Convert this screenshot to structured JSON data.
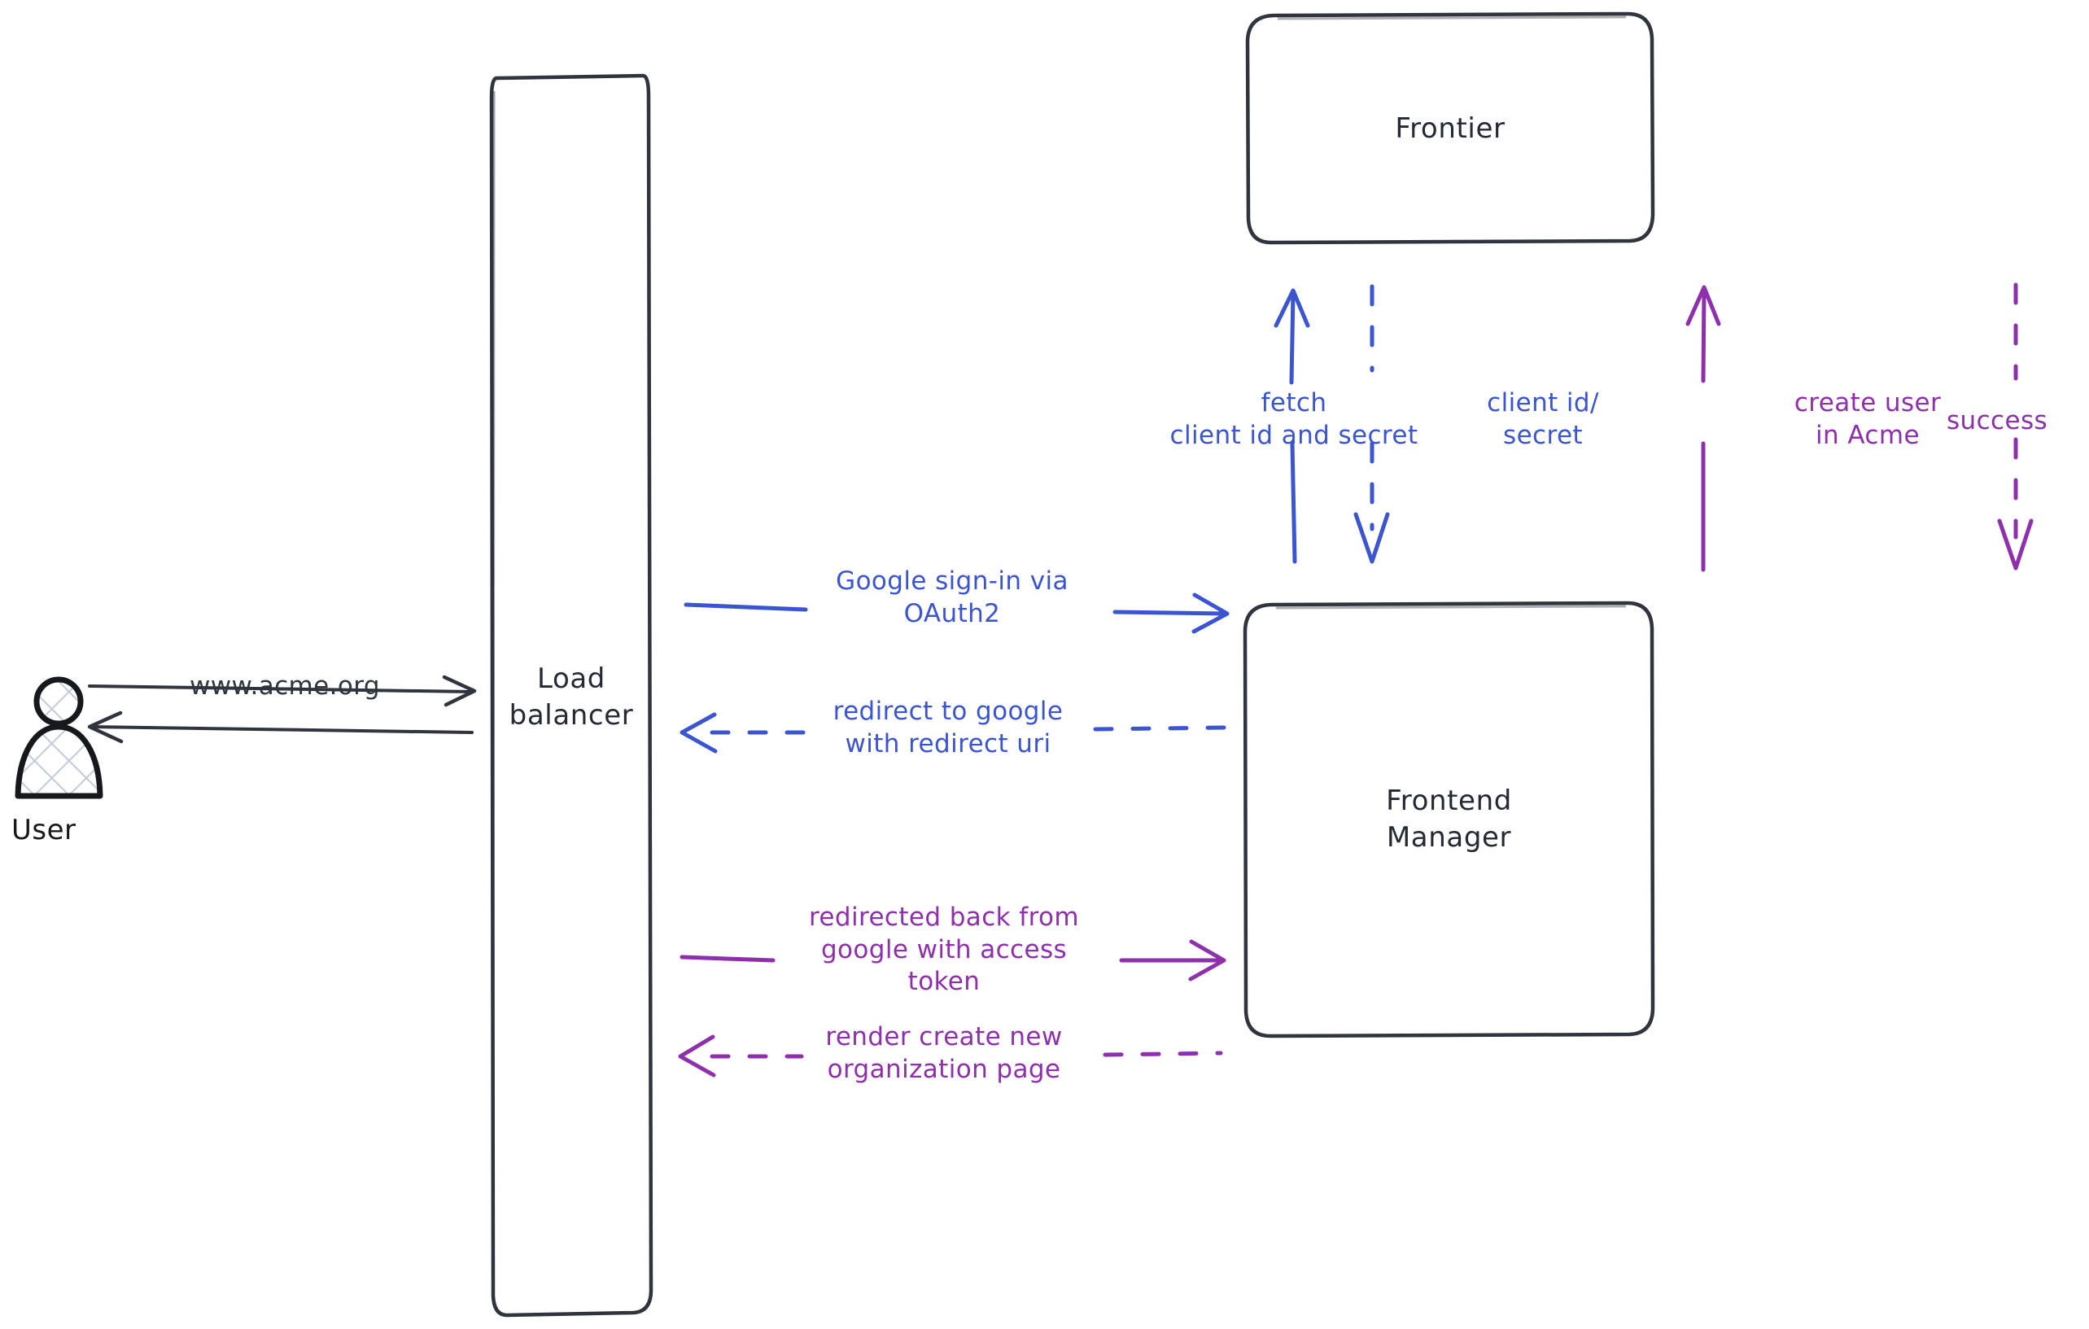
{
  "diagram": {
    "title": "Google OAuth2 sign-in sequence",
    "background": "#ffffff",
    "colors": {
      "stroke_dark": "#2f343d",
      "blue": "#3b54cf",
      "purple": "#8e2fab",
      "hatch": "#c3cbd8"
    }
  },
  "actors": {
    "user": {
      "label": "User",
      "icon": "user-actor-icon"
    }
  },
  "nodes": [
    {
      "id": "load-balancer",
      "label": "Load\nbalancer",
      "shape": "rounded-rect"
    },
    {
      "id": "frontier",
      "label": "Frontier",
      "shape": "rounded-rect"
    },
    {
      "id": "frontend-manager",
      "label": "Frontend\nManager",
      "shape": "rounded-rect"
    }
  ],
  "edges": [
    {
      "id": "user-to-lb",
      "label": "www.acme.org",
      "color": "#2f343d",
      "style": "solid",
      "direction": "right",
      "from": "user",
      "to": "load-balancer"
    },
    {
      "id": "lb-to-user",
      "label": "",
      "color": "#2f343d",
      "style": "solid",
      "direction": "left",
      "from": "load-balancer",
      "to": "user"
    },
    {
      "id": "lb-to-fm-signin",
      "label": "Google sign-in via\nOAuth2",
      "color": "#3b54cf",
      "style": "solid",
      "direction": "right",
      "from": "load-balancer",
      "to": "frontend-manager"
    },
    {
      "id": "fm-to-lb-redirect",
      "label": "redirect to google\nwith redirect uri",
      "color": "#3b54cf",
      "style": "dashed",
      "direction": "left",
      "from": "frontend-manager",
      "to": "load-balancer"
    },
    {
      "id": "lb-to-fm-token",
      "label": "redirected back from\ngoogle with access\ntoken",
      "color": "#8e2fab",
      "style": "solid",
      "direction": "right",
      "from": "load-balancer",
      "to": "frontend-manager"
    },
    {
      "id": "fm-to-lb-render",
      "label": "render create new\norganization page",
      "color": "#8e2fab",
      "style": "dashed",
      "direction": "left",
      "from": "frontend-manager",
      "to": "load-balancer"
    },
    {
      "id": "fm-to-frontier-fetch",
      "label": "fetch\nclient id and secret",
      "color": "#3b54cf",
      "style": "solid",
      "direction": "up",
      "from": "frontend-manager",
      "to": "frontier"
    },
    {
      "id": "frontier-to-fm-creds",
      "label": "client id/\nsecret",
      "color": "#3b54cf",
      "style": "dashed",
      "direction": "down",
      "from": "frontier",
      "to": "frontend-manager"
    },
    {
      "id": "fm-to-frontier-create",
      "label": "create user\nin Acme",
      "color": "#8e2fab",
      "style": "solid",
      "direction": "up",
      "from": "frontend-manager",
      "to": "frontier"
    },
    {
      "id": "frontier-to-fm-success",
      "label": "success",
      "color": "#8e2fab",
      "style": "dashed",
      "direction": "down",
      "from": "frontier",
      "to": "frontend-manager"
    }
  ]
}
